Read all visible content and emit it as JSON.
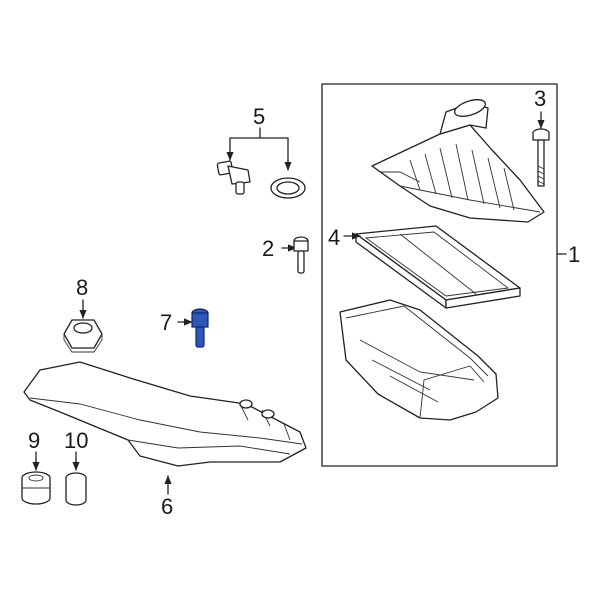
{
  "diagram": {
    "highlight_color": "#2f56b8",
    "callouts": [
      {
        "id": "1",
        "label": "1"
      },
      {
        "id": "2",
        "label": "2"
      },
      {
        "id": "3",
        "label": "3"
      },
      {
        "id": "4",
        "label": "4"
      },
      {
        "id": "5",
        "label": "5"
      },
      {
        "id": "6",
        "label": "6"
      },
      {
        "id": "7",
        "label": "7"
      },
      {
        "id": "8",
        "label": "8"
      },
      {
        "id": "9",
        "label": "9"
      },
      {
        "id": "10",
        "label": "10"
      }
    ],
    "highlighted_part": "7"
  }
}
